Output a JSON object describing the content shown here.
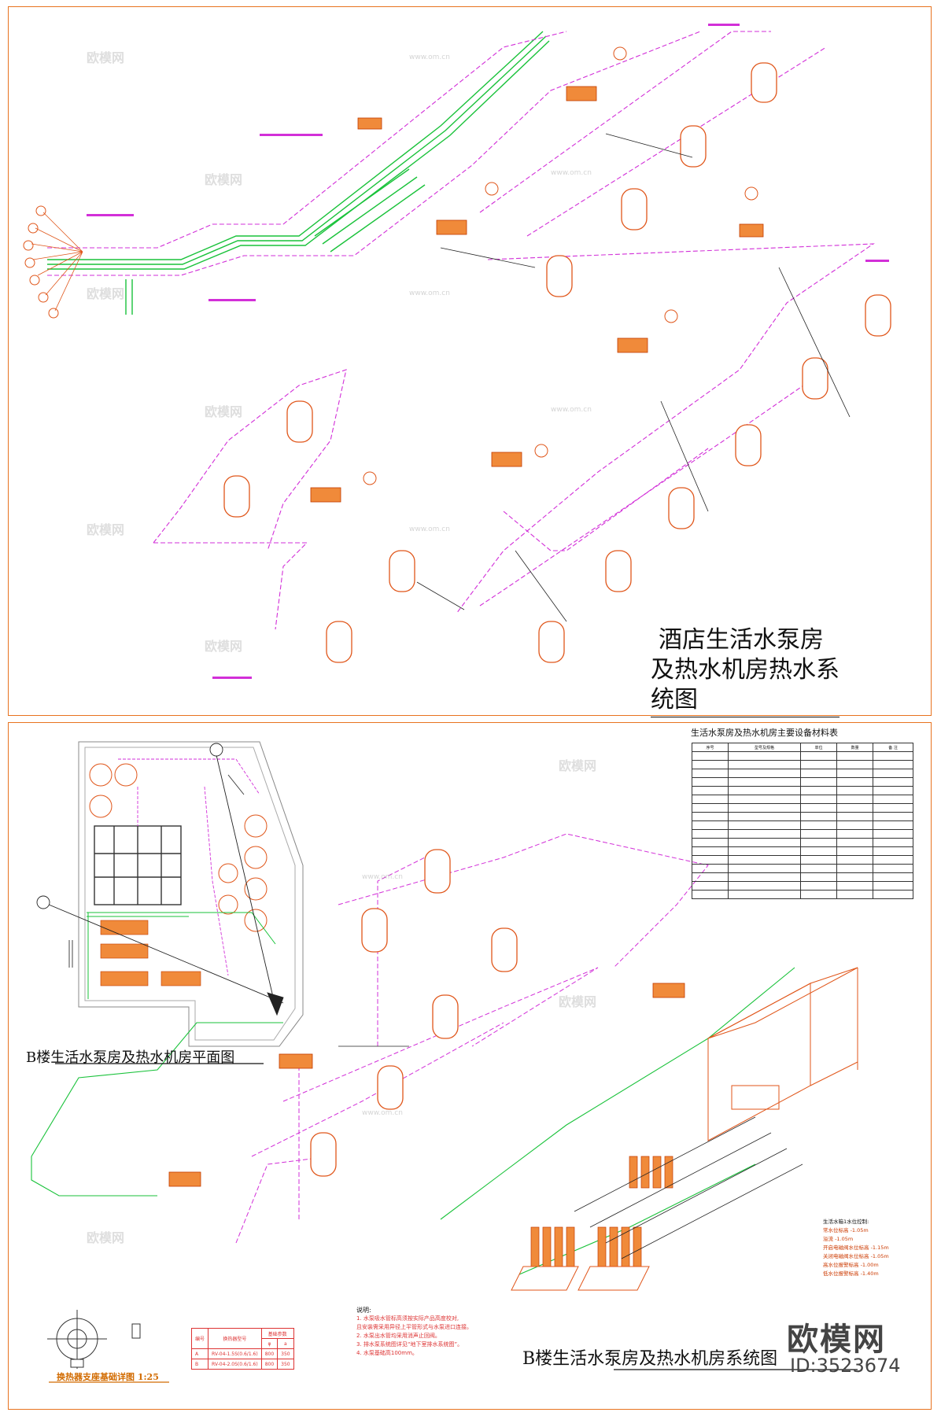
{
  "sheet1": {
    "title_line1": "酒店生活水泵房",
    "title_line2": "及热水机房热水系统图"
  },
  "sheet2": {
    "plan_title": "B楼生活水泵房及热水机房平面图",
    "system_title": "B楼生活水泵房及热水机房系统图",
    "foundation_title": "换热器支座基础详图 1:25",
    "table_title": "生活水泵房及热水机房主要设备材料表",
    "table_headers": [
      "序号",
      "型号及规格",
      "单位",
      "数量",
      "备 注"
    ],
    "hx_table": {
      "headers": [
        "编号",
        "换热器型号",
        "基础参数"
      ],
      "sub_headers": [
        "φ",
        "a"
      ],
      "rows": [
        [
          "A",
          "RV-04-1.5S(0.6/1.6)",
          "800",
          "350"
        ],
        [
          "B",
          "RV-04-2.0S(0.6/1.6)",
          "800",
          "350"
        ]
      ]
    },
    "notes_title": "说明:",
    "notes": [
      "1. 水泵吸水管标高须按实际产品高度校对,",
      "   且安装需采用异径上平管形式与水泵进口连接。",
      "2. 水泵出水管均采用消声止回阀。",
      "3. 排水泵系统图详见“地下室排水系统图”。",
      "4. 水泵基础高100mm。"
    ],
    "water_level_title": "生活水箱1水位控制:",
    "water_levels": [
      "常水位标高 -1.05m",
      "溢流 -1.05m",
      "开启电磁阀水位标高 -1.15m",
      "关闭电磁阀水位标高 -1.05m",
      "高水位报警标高 -1.00m",
      "低水位报警标高 -1.40m"
    ]
  },
  "watermark": {
    "brand": "欧模网",
    "url": "www.om.cn",
    "logo": "欧模网",
    "id": "ID:3523674"
  },
  "colors": {
    "border": "#e8731f",
    "pipe_magenta": "#d22fd8",
    "pipe_green": "#19c23a",
    "equipment": "#e0561a",
    "text_red": "#d33"
  }
}
